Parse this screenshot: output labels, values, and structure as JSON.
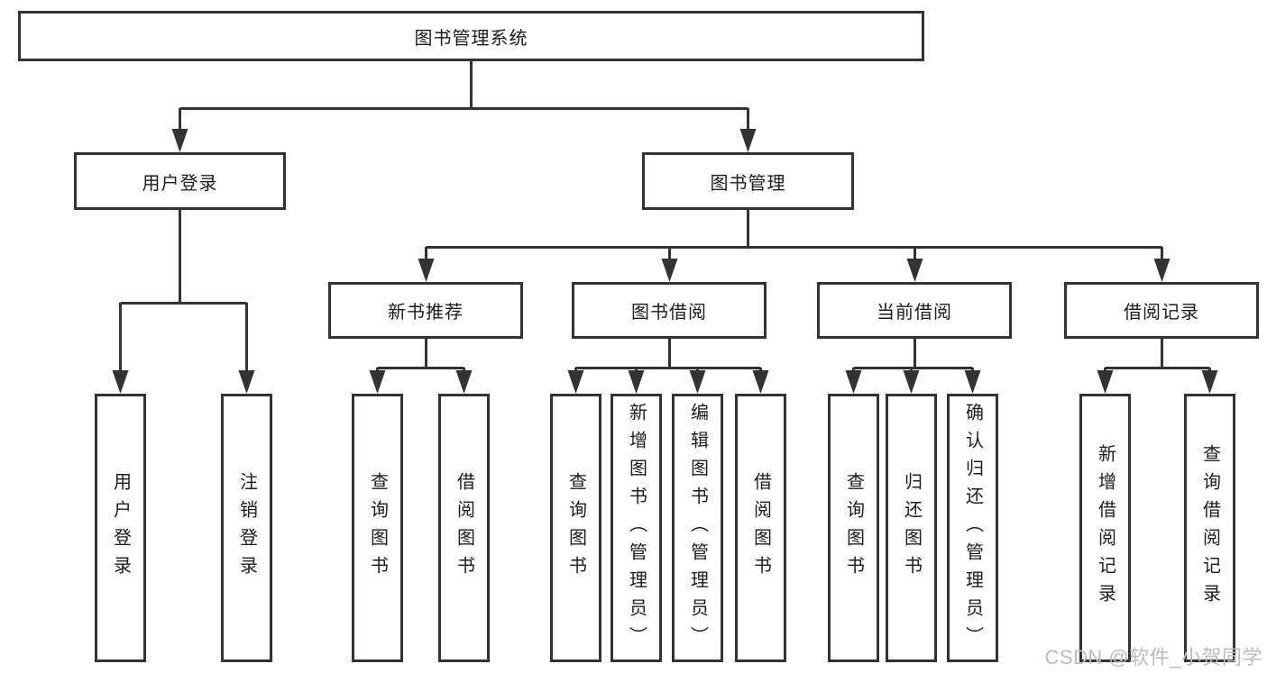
{
  "diagram": {
    "root": {
      "label": "图书管理系统"
    },
    "level2": [
      {
        "label": "用户登录"
      },
      {
        "label": "图书管理"
      }
    ],
    "level3": [
      {
        "label": "新书推荐"
      },
      {
        "label": "图书借阅"
      },
      {
        "label": "当前借阅"
      },
      {
        "label": "借阅记录"
      }
    ],
    "leaves": {
      "user_login": [
        "用户登录",
        "注销登录"
      ],
      "new_books": [
        "查询图书",
        "借阅图书"
      ],
      "book_borrow": [
        "查询图书",
        "新增图书（管理员）",
        "编辑图书（管理员）",
        "借阅图书"
      ],
      "current_borrow": [
        "查询图书",
        "归还图书",
        "确认归还（管理员）"
      ],
      "borrow_records": [
        "新增借阅记录",
        "查询借阅记录"
      ]
    },
    "colors": {
      "line": "#333333",
      "text": "#1c1c1c",
      "watermark": "#bcbcbc",
      "background": "#ffffff"
    },
    "watermark": "CSDN @软件_小贺同学"
  }
}
